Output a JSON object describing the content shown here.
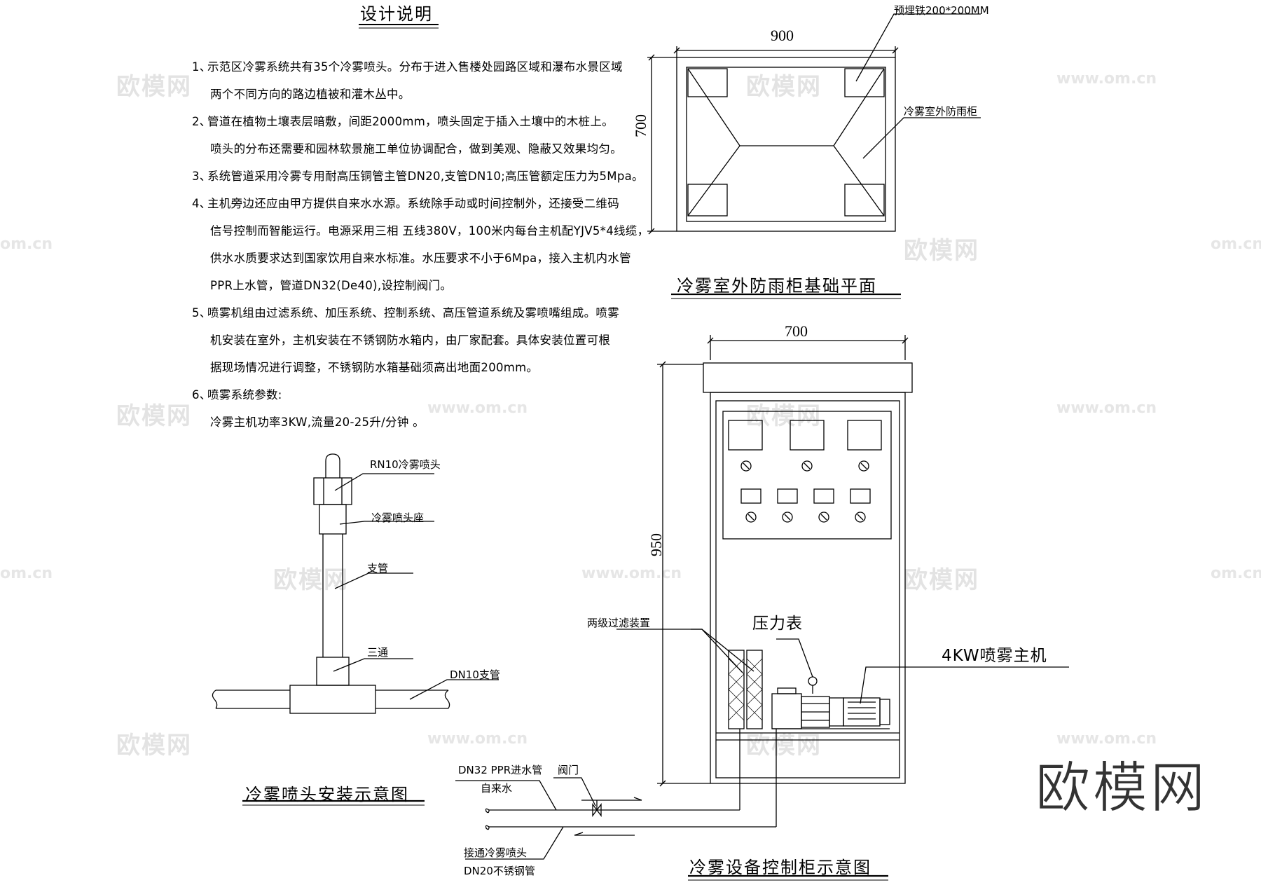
{
  "notes": {
    "title": "设计说明",
    "items": [
      {
        "num": "1、",
        "lines": [
          "示范区冷雾系统共有35个冷雾喷头。分布于进入售楼处园路区域和瀑布水景区域",
          "两个不同方向的路边植被和灌木丛中。"
        ]
      },
      {
        "num": "2、",
        "lines": [
          "管道在植物土壤表层暗敷，间距2000mm，喷头固定于插入土壤中的木桩上。",
          "喷头的分布还需要和园林软景施工单位协调配合，做到美观、隐蔽又效果均匀。"
        ]
      },
      {
        "num": "3、",
        "lines": [
          "系统管道采用冷雾专用耐高压铜管主管DN20,支管DN10;高压管额定压力为5Mpa。"
        ]
      },
      {
        "num": "4、",
        "lines": [
          "主机旁边还应由甲方提供自来水水源。系统除手动或时间控制外，还接受二维码",
          "信号控制而智能运行。电源采用三相 五线380V，100米内每台主机配YJV5*4线缆，",
          "供水水质要求达到国家饮用自来水标准。水压要求不小于6Mpa，接入主机内水管",
          "PPR上水管，管道DN32(De40),设控制阀门。"
        ]
      },
      {
        "num": "5、",
        "lines": [
          "喷雾机组由过滤系统、加压系统、控制系统、高压管道系统及雾喷嘴组成。喷雾",
          "机安装在室外，主机安装在不锈钢防水箱内，由厂家配套。具体安装位置可根",
          "据现场情况进行调整，不锈钢防水箱基础须高出地面200mm。"
        ]
      },
      {
        "num": "6、",
        "lines": [
          "喷雾系统参数:",
          "冷雾主机功率3KW,流量20-25升/分钟 。"
        ]
      }
    ]
  },
  "nozzle": {
    "title": "冷雾喷头安装示意图",
    "labels": {
      "head": "RN10冷雾喷头",
      "seat": "冷雾喷头座",
      "branch": "支管",
      "tee": "三通",
      "pipe": "DN10支管"
    }
  },
  "foundation": {
    "title": "冷雾室外防雨柜基础平面",
    "width": "900",
    "height": "700",
    "embedded": "预埋铁200*200MM",
    "cabinet": "冷雾室外防雨柜"
  },
  "cabinet": {
    "title": "冷雾设备控制柜示意图",
    "width": "700",
    "height": "950",
    "filter": "两级过滤装置",
    "gauge": "压力表",
    "host": "4KW喷雾主机",
    "inlet1": "DN32 PPR进水管",
    "inlet2": "自来水",
    "valve": "阀门",
    "outlet1": "接通冷雾喷头",
    "outlet2": "DN20不锈钢管"
  },
  "watermark": {
    "text": "欧模网",
    "url": "www.om.cn",
    "url_short": "om.cn",
    "logo": "欧模网"
  }
}
